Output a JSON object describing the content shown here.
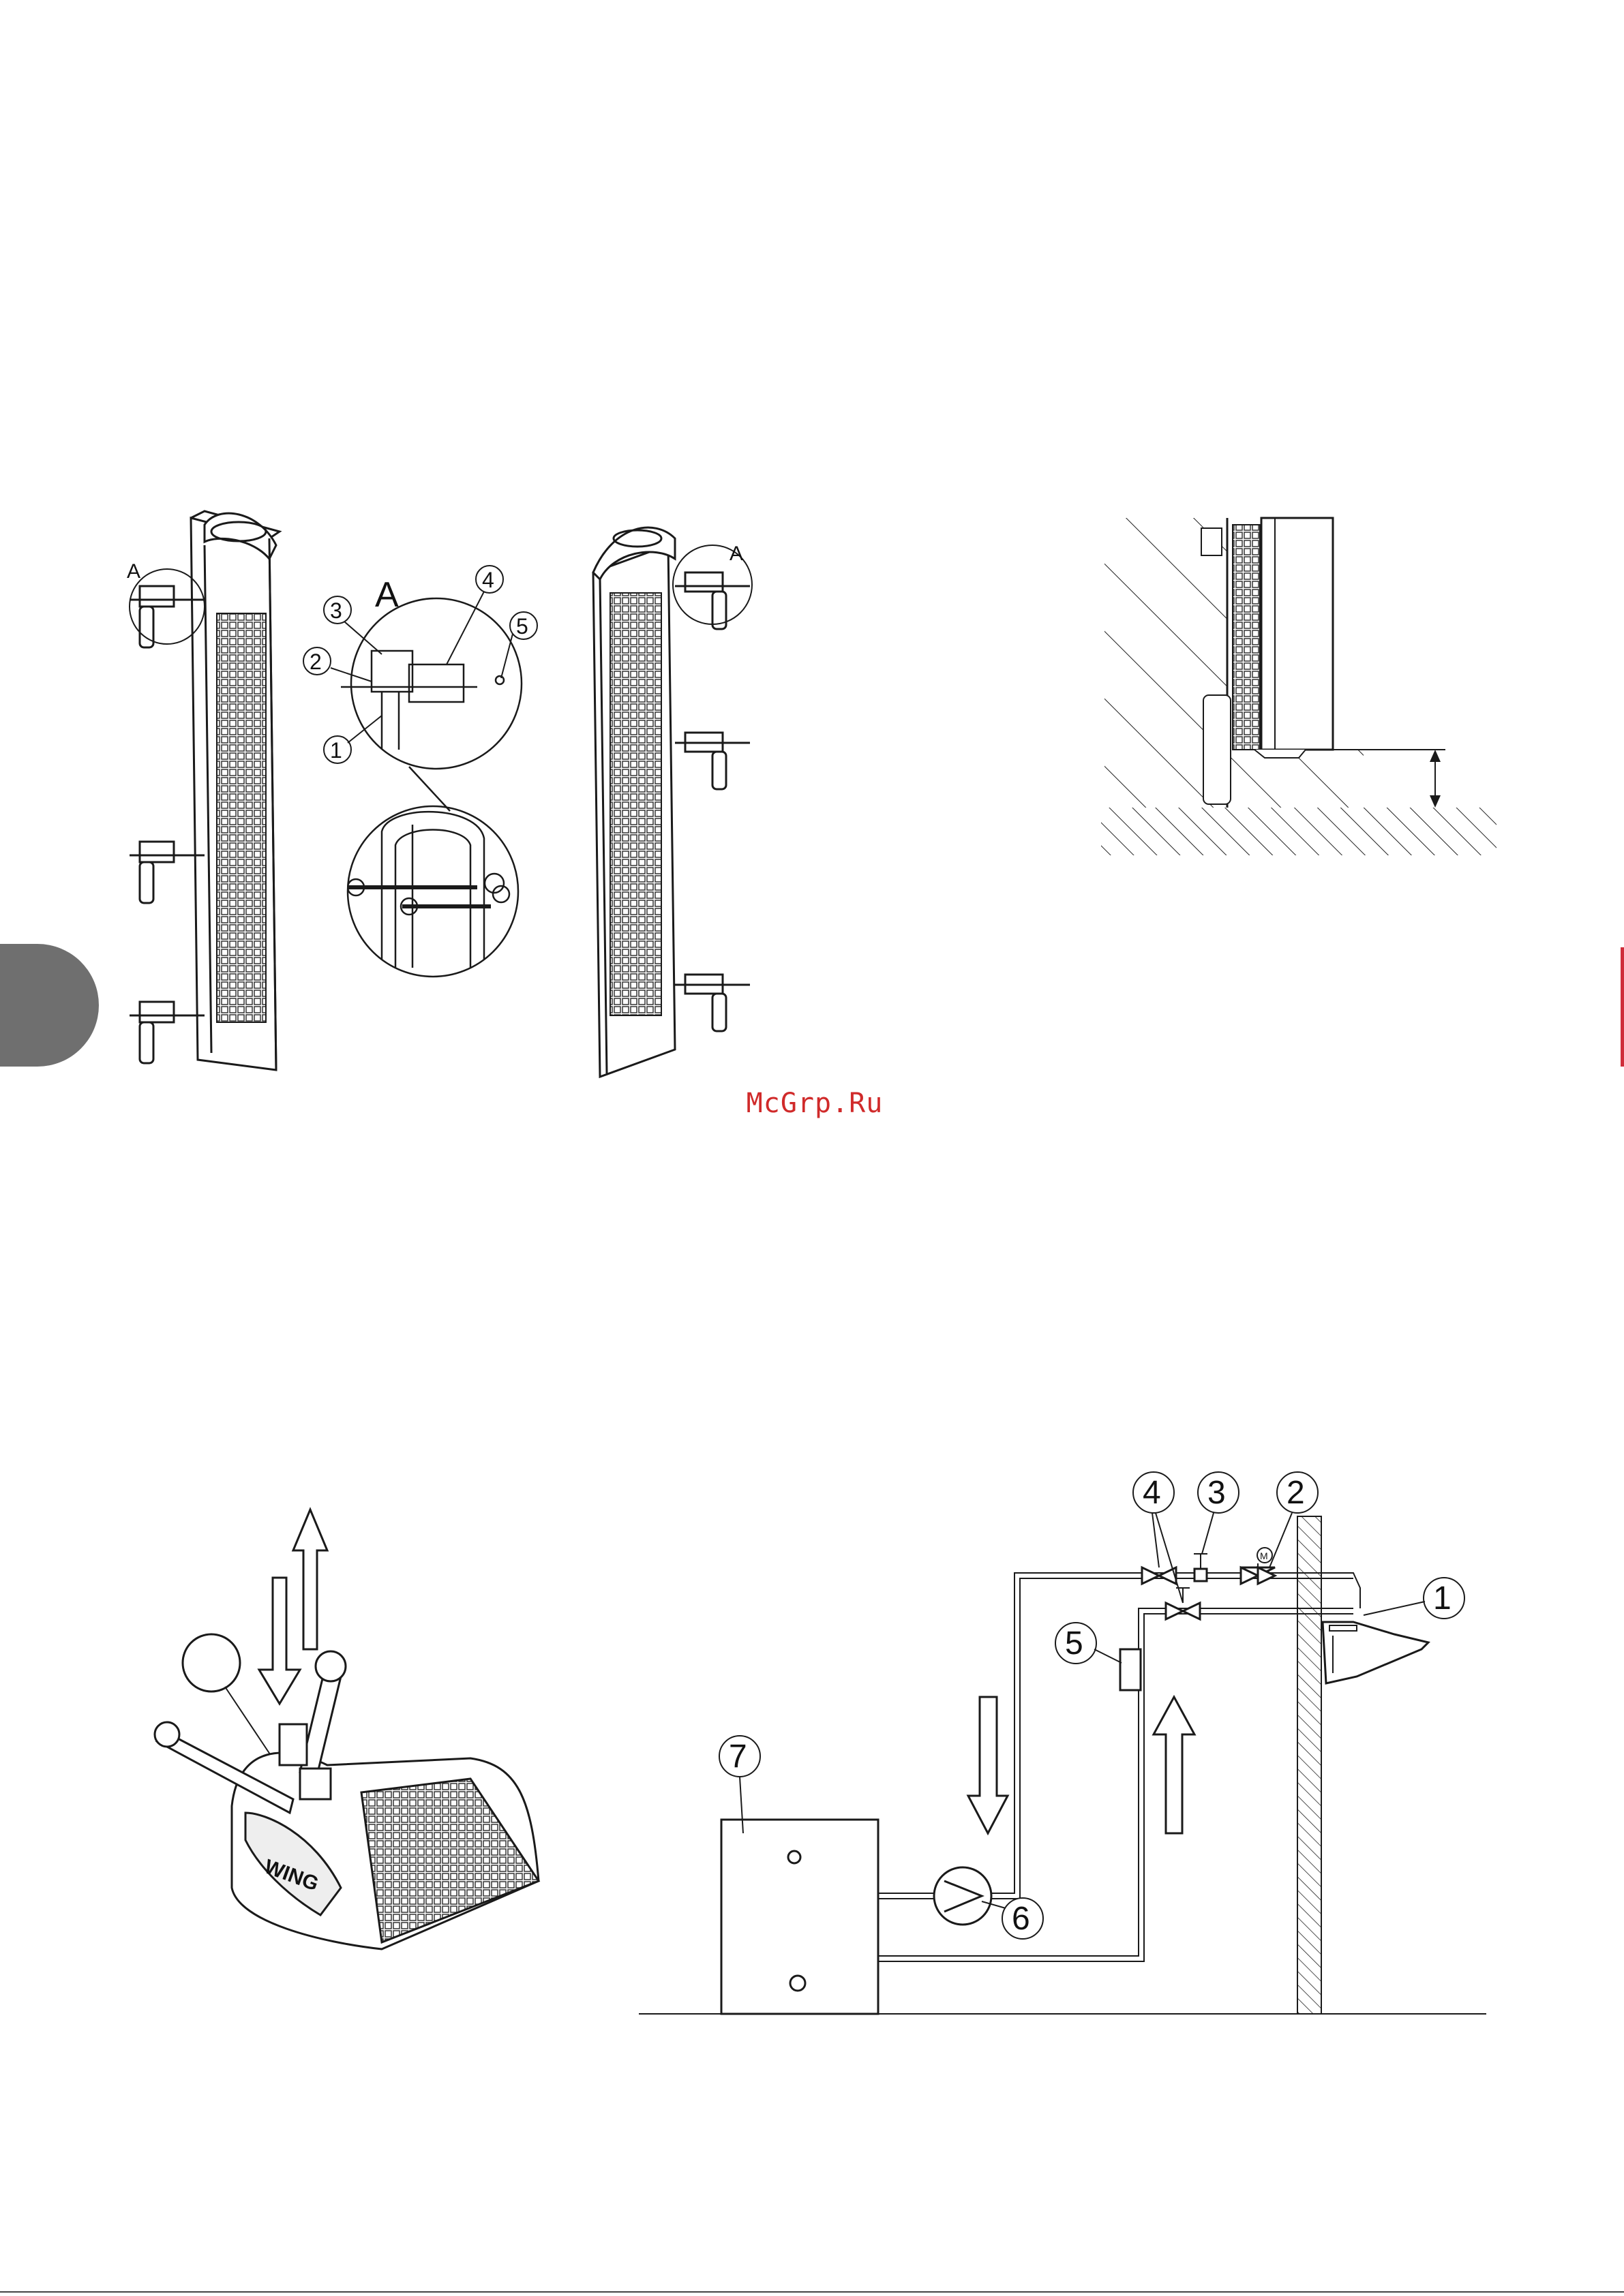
{
  "watermark": "McGrp.Ru",
  "figure_mounting": {
    "detail_letter": "A",
    "detail_numbers": [
      "1",
      "2",
      "3",
      "4",
      "5"
    ]
  },
  "figure_connection": {
    "numbers": [
      "1",
      "2",
      "3",
      "4",
      "5",
      "6",
      "7"
    ],
    "valve_symbol": "M"
  },
  "figure_logo": "WING",
  "colors": {
    "line": "#1a1a1a",
    "watermark": "#d02a2a",
    "tab": "#6f6f6f",
    "edge_mark": "#cf2d3a"
  }
}
